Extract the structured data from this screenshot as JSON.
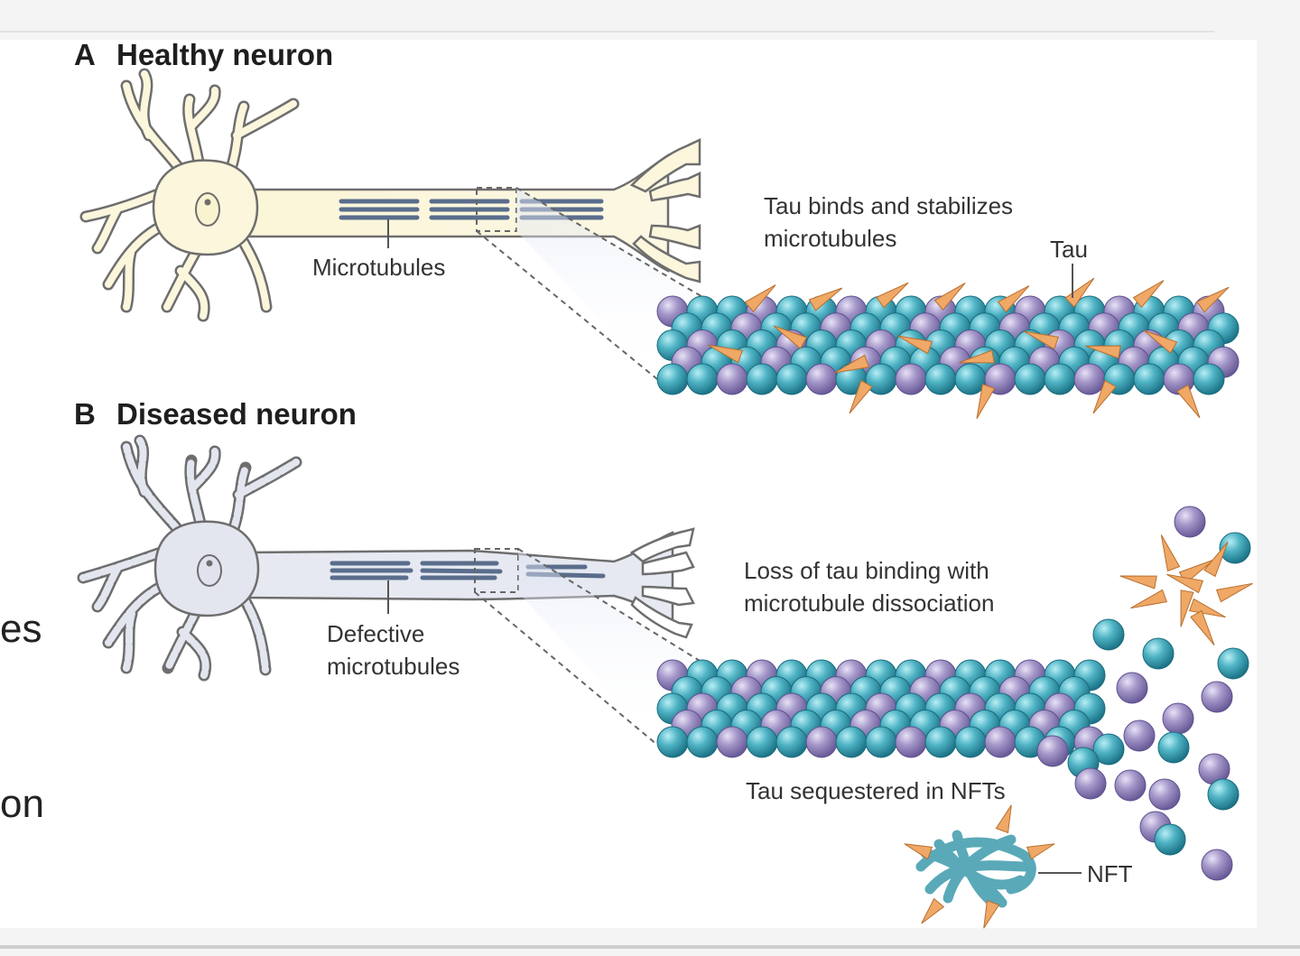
{
  "slide": {
    "left_text_fragments": [
      "es",
      "on"
    ]
  },
  "figure": {
    "panel_a": {
      "letter": "A",
      "title": "Healthy neuron",
      "label_microtubules": "Microtubules",
      "label_tau_binds_line1": "Tau binds and stabilizes",
      "label_tau_binds_line2": "microtubules",
      "label_tau": "Tau"
    },
    "panel_b": {
      "letter": "B",
      "title": "Diseased neuron",
      "label_defective_line1": "Defective",
      "label_defective_line2": "microtubules",
      "label_loss_line1": "Loss of tau binding with",
      "label_loss_line2": "microtubule dissociation",
      "label_sequestered": "Tau sequestered in NFTs",
      "label_nft": "NFT"
    },
    "colors": {
      "healthy_cell_fill": "#fbf6dc",
      "diseased_cell_fill": "#e3e6ef",
      "cell_outline": "#6e6e6e",
      "microtubule_stripe": "#5a6d8c",
      "tubulin_teal": "#43a6b8",
      "tubulin_purple": "#9a8cc0",
      "tau_orange": "#f0a866"
    }
  }
}
